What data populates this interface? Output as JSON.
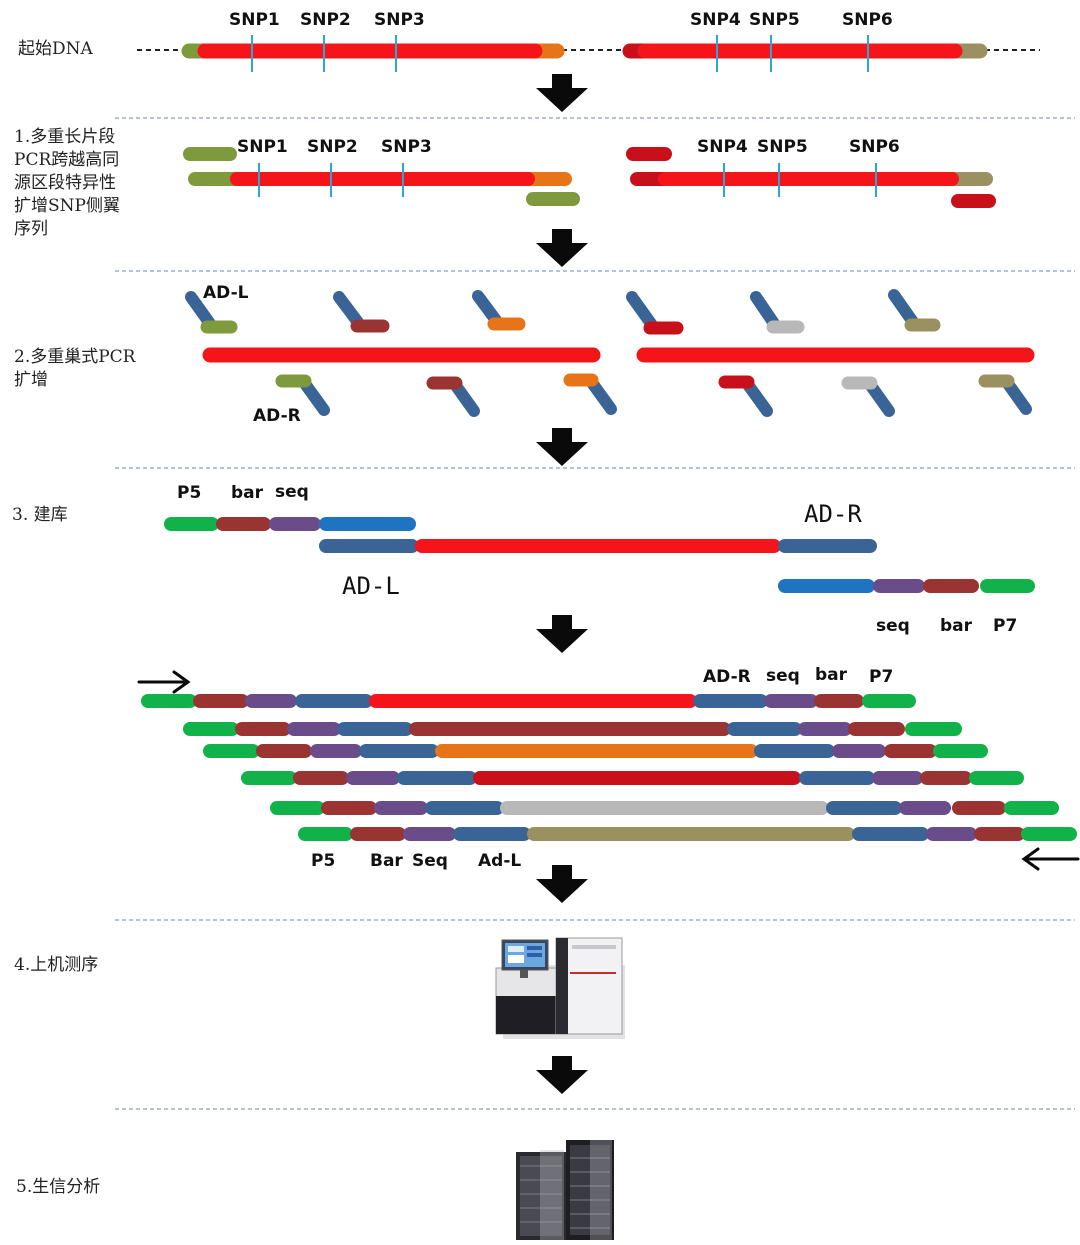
{
  "colors": {
    "red": "#f5141a",
    "darkred": "#c8101a",
    "orange": "#e8741a",
    "olive": "#7e9a3c",
    "khaki": "#9a9060",
    "grey": "#b8b8b8",
    "navy": "#3a6496",
    "blue": "#1e74c0",
    "green": "#12b24a",
    "maroon": "#9a3432",
    "purple": "#6a4c8a",
    "snp": "#2aa6d8"
  },
  "steps": {
    "s0": "起始DNA",
    "s1": [
      "1.多重长片段",
      "PCR跨越高同",
      "源区段特异性",
      "扩增SNP侧翼",
      "序列"
    ],
    "s2": [
      "2.多重巢式PCR",
      "扩增"
    ],
    "s3": "3. 建库",
    "s4": "4.上机测序",
    "s5": "5.生信分析"
  },
  "snps": [
    "SNP1",
    "SNP2",
    "SNP3",
    "SNP4",
    "SNP5",
    "SNP6"
  ],
  "labels": {
    "adl": "AD-L",
    "adr": "AD-R",
    "p5": "P5",
    "bar": "bar",
    "seq": "seq",
    "p7": "P7",
    "bar_cap": "Bar",
    "seq_cap": "Seq",
    "adl_lower": "Ad-L"
  },
  "icons": {
    "flow": "down-arrow-icon",
    "read_forward": "right-arrow-icon",
    "read_reverse": "left-arrow-icon",
    "sequencer": "sequencer-icon",
    "server": "server-rack-icon"
  }
}
